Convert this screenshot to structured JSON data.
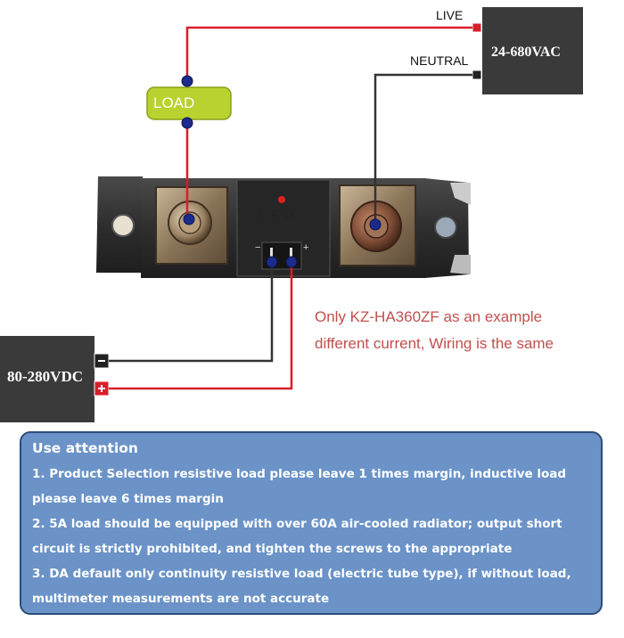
{
  "terminals": {
    "live": "LIVE",
    "neutral": "NEUTRAL"
  },
  "ac_source": {
    "label": "24-680VAC"
  },
  "dc_source": {
    "label": "80-280VDC",
    "minus": "−",
    "plus": "+"
  },
  "load": {
    "label": "LOAD"
  },
  "relay": {
    "led_label": "LED",
    "pin_minus": "−",
    "pin_plus": "+"
  },
  "notes": {
    "line1": "Only KZ-HA360ZF as an example",
    "line2": "different current, Wiring is the same"
  },
  "attention": {
    "title": "Use attention",
    "items": [
      "1. Product Selection resistive load please leave 1 times margin, inductive load please leave 6 times margin",
      "2. 5A load should be equipped with over 60A air-cooled radiator; output short circuit is strictly prohibited, and tighten the screws to the appropriate",
      "3. DA default only continuity resistive load (electric tube type), if without load, multimeter measurements are not accurate"
    ]
  },
  "colors": {
    "live_wire": "#d81e2a",
    "neutral_wire": "#333333",
    "wire_dot": "#1a2b8c",
    "load_fill": "#b9d22f",
    "source_box": "#3a3a3a",
    "note_text": "#c0504d",
    "panel_fill": "#6b93c8"
  }
}
